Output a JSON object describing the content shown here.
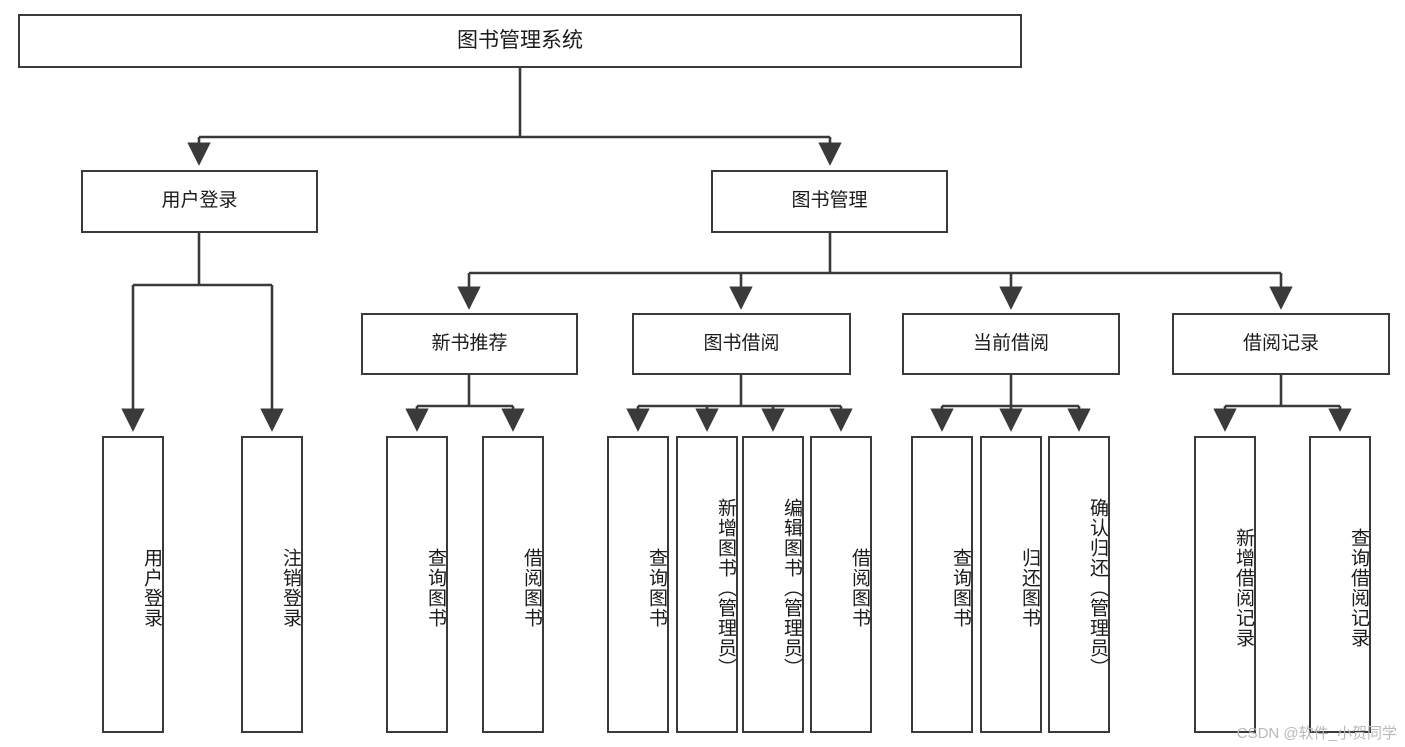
{
  "diagram": {
    "title": "图书管理系统",
    "watermark": "CSDN @软件_小贺同学",
    "colors": {
      "box_border": "#3a3a3a",
      "box_fill": "#ffffff",
      "connector": "#3a3a3a",
      "text": "#1b1b1b",
      "watermark": "#b9b9b9"
    },
    "nodes": {
      "root": {
        "label": "图书管理系统"
      },
      "level1": [
        {
          "label": "用户登录"
        },
        {
          "label": "图书管理"
        }
      ],
      "level2": [
        {
          "label": "新书推荐"
        },
        {
          "label": "图书借阅"
        },
        {
          "label": "当前借阅"
        },
        {
          "label": "借阅记录"
        }
      ],
      "leaves_user_login": [
        {
          "label": "用户登录"
        },
        {
          "label": "注销登录"
        }
      ],
      "leaves_new_book": [
        {
          "label": "查询图书"
        },
        {
          "label": "借阅图书"
        }
      ],
      "leaves_borrow": [
        {
          "label": "查询图书"
        },
        {
          "label": "新增图书（管理员）"
        },
        {
          "label": "编辑图书（管理员）"
        },
        {
          "label": "借阅图书"
        }
      ],
      "leaves_current": [
        {
          "label": "查询图书"
        },
        {
          "label": "归还图书"
        },
        {
          "label": "确认归还（管理员）"
        }
      ],
      "leaves_records": [
        {
          "label": "新增借阅记录"
        },
        {
          "label": "查询借阅记录"
        }
      ]
    }
  }
}
